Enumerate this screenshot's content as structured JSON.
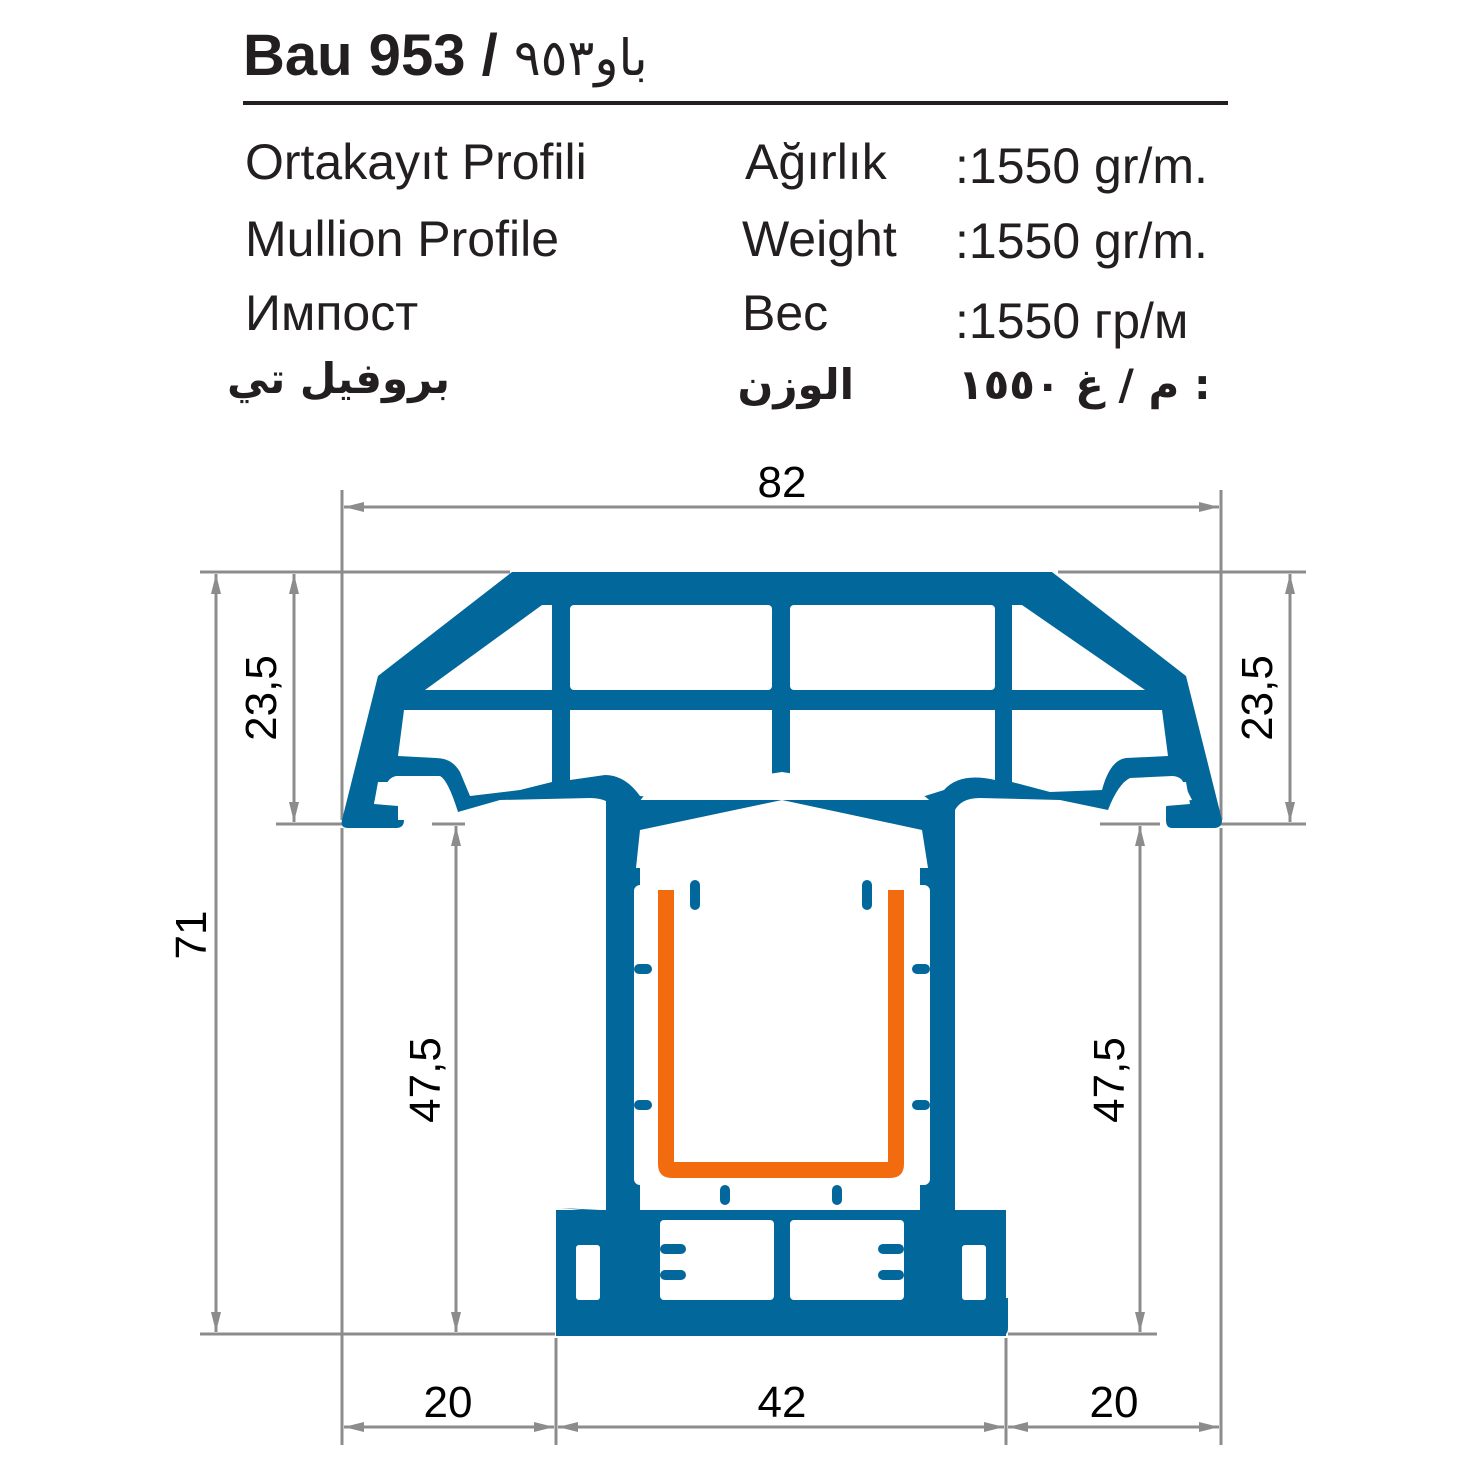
{
  "header": {
    "title_latin": "Bau 953 / ",
    "title_arabic": "باو٩٥٣"
  },
  "profile_names": {
    "turkish": "Ortakayıt Profili",
    "english": "Mullion Profile",
    "russian": "Импост",
    "arabic": "بروفيل تي"
  },
  "weight": {
    "rows": [
      {
        "label": "Ağırlık",
        "value": ":1550 gr/m."
      },
      {
        "label": "Weight",
        "value": ":1550 gr/m."
      },
      {
        "label": "Вес",
        "value": ":1550 гр/м"
      },
      {
        "label": "الوزن",
        "value": ": م / غ ١٥٥٠"
      }
    ]
  },
  "dimensions": {
    "overall_width": "82",
    "overall_height": "71",
    "top_left_height": "23,5",
    "top_right_height": "23,5",
    "stem_left_height": "47,5",
    "stem_right_height": "47,5",
    "bottom_left_width": "20",
    "bottom_center_width": "42",
    "bottom_right_width": "20"
  },
  "colors": {
    "profile": "#02679a",
    "reinforcement": "#f26b0f",
    "dimension_lines": "#8c8c8c",
    "text": "#231f20"
  }
}
